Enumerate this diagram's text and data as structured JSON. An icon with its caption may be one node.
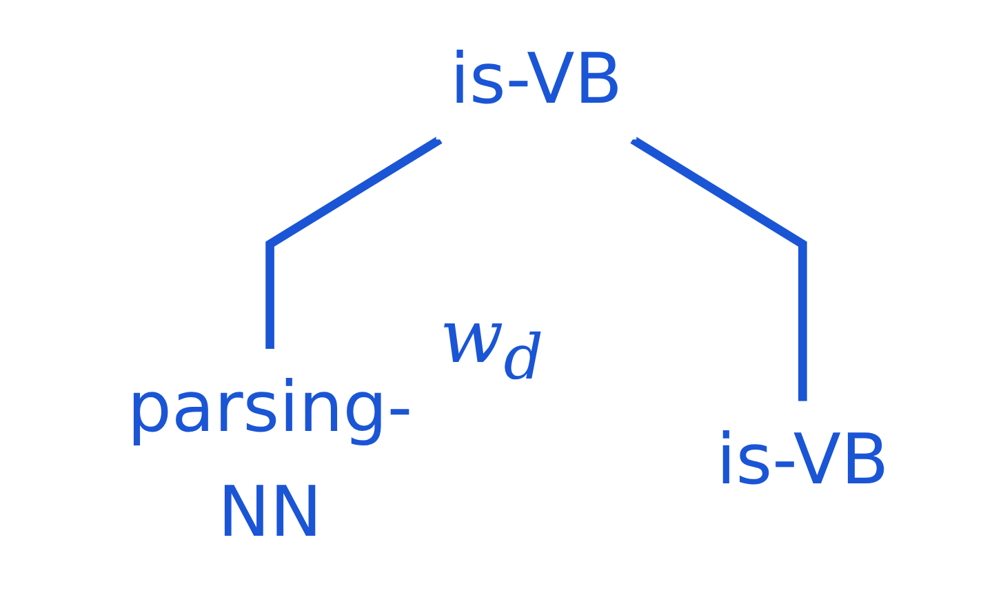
{
  "diagram": {
    "nodes": [
      {
        "text": [
          "is-VB"
        ]
      },
      {
        "text": [
          "parsing-NN"
        ]
      },
      {
        "text": [
          "is-VB"
        ]
      }
    ],
    "edges": [
      {
        "from": 0,
        "to": 1,
        "arrow": "none"
      },
      {
        "from": 0,
        "to": 2,
        "arrow": "none"
      }
    ],
    "labels": [
      "w$_{d}$"
    ]
  }
}
